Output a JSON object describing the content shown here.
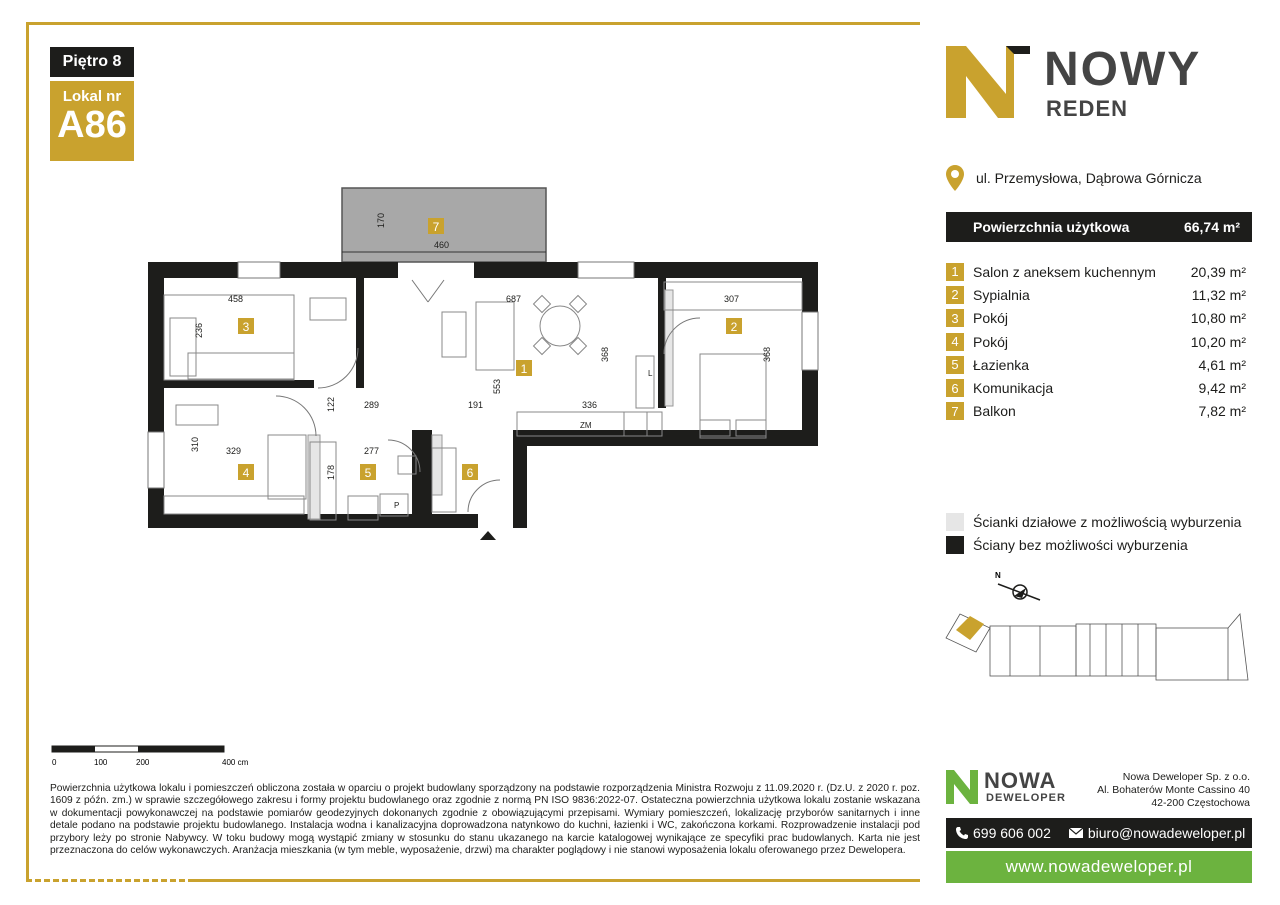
{
  "floor_label": "Piętro 8",
  "unit": {
    "label": "Lokal nr",
    "number": "A86"
  },
  "brand": {
    "line1": "NOWY",
    "line2": "REDEN"
  },
  "address": "ul. Przemysłowa, Dąbrowa Górnicza",
  "usable_area": {
    "label": "Powierzchnia użytkowa",
    "value": "66,74 m²"
  },
  "rooms": [
    {
      "num": "1",
      "name": "Salon z aneksem kuchennym",
      "area": "20,39 m²"
    },
    {
      "num": "2",
      "name": "Sypialnia",
      "area": "11,32 m²"
    },
    {
      "num": "3",
      "name": "Pokój",
      "area": "10,80 m²"
    },
    {
      "num": "4",
      "name": "Pokój",
      "area": "10,20 m²"
    },
    {
      "num": "5",
      "name": "Łazienka",
      "area": "4,61 m²"
    },
    {
      "num": "6",
      "name": "Komunikacja",
      "area": "9,42 m²"
    },
    {
      "num": "7",
      "name": "Balkon",
      "area": "7,82 m²"
    }
  ],
  "legend": [
    {
      "label": "Ścianki działowe z możliwością wyburzenia",
      "color": "#e6e6e6"
    },
    {
      "label": "Ściany bez możliwości wyburzenia",
      "color": "#1d1d1b"
    }
  ],
  "plan": {
    "room_labels": [
      "1",
      "2",
      "3",
      "4",
      "5",
      "6",
      "7"
    ],
    "dimensions": [
      "170",
      "460",
      "458",
      "687",
      "307",
      "236",
      "368",
      "368",
      "553",
      "122",
      "289",
      "191",
      "336",
      "310",
      "329",
      "277",
      "178"
    ],
    "appliance_labels": {
      "zm": "ZM",
      "l": "L",
      "p": "P"
    }
  },
  "scale_bar": {
    "ticks": [
      "0",
      "100",
      "200",
      "400 cm"
    ]
  },
  "compass": "N",
  "disclaimer": "Powierzchnia użytkowa lokalu i pomieszczeń obliczona została w oparciu o projekt budowlany sporządzony na podstawie rozporządzenia Ministra Rozwoju z 11.09.2020 r. (Dz.U. z 2020 r. poz. 1609 z późn. zm.) w sprawie szczegółowego zakresu i formy projektu budowlanego oraz zgodnie z normą PN ISO 9836:2022-07. Ostateczna powierzchnia użytkowa lokalu zostanie wskazana w dokumentacji powykonawczej na podstawie pomiarów geodezyjnych dokonanych zgodnie z obowiązującymi przepisami. Wymiary pomieszczeń, lokalizację przyborów sanitarnych i inne detale podano na podstawie projektu budowlanego. Instalacja wodna i kanalizacyjna doprowadzona natynkowo do kuchni, łazienki i WC, zakończona korkami. Rozprowadzenie instalacji pod przybory leży po stronie Nabywcy. W toku budowy mogą wystąpić zmiany w stosunku do stanu ukazanego na karcie katalogowej wynikające ze specyfiki prac budowlanych. Karta nie jest przeznaczona do celów wykonawczych. Aranżacja mieszkania (w tym meble, wyposażenie, drzwi) ma charakter poglądowy i nie stanowi wyposażenia lokalu oferowanego przez Dewelopera.",
  "developer": {
    "logo_line1": "NOWA",
    "logo_line2": "DEWELOPER",
    "name": "Nowa Deweloper Sp. z o.o.",
    "street": "Al. Bohaterów Monte Cassino 40",
    "city": "42-200 Częstochowa",
    "phone": "699 606 002",
    "email": "biuro@nowadeweloper.pl",
    "website": "www.nowadeweloper.pl"
  },
  "colors": {
    "accent": "#c9a22e",
    "dark": "#1d1d1b",
    "green": "#6cb33f",
    "balcony": "#a8a8a8"
  }
}
